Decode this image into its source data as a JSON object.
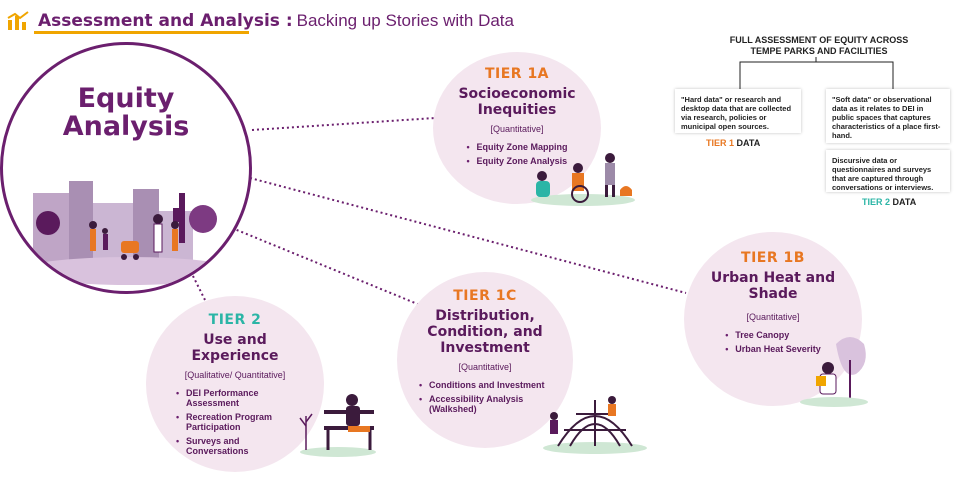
{
  "header": {
    "title": "Assessment and Analysis :",
    "subtitle": "Backing up Stories with Data"
  },
  "main": {
    "title_line1": "Equity",
    "title_line2": "Analysis"
  },
  "tiers": {
    "t1a": {
      "label": "TIER 1A",
      "title_line1": "Socioeconomic",
      "title_line2": "Inequities",
      "type": "[Quantitative]",
      "items": [
        "Equity Zone Mapping",
        "Equity Zone Analysis"
      ]
    },
    "t1b": {
      "label": "TIER 1B",
      "title_line1": "Urban Heat and",
      "title_line2": "Shade",
      "type": "[Quantitative]",
      "items": [
        "Tree Canopy",
        "Urban Heat Severity"
      ]
    },
    "t1c": {
      "label": "TIER 1C",
      "title_line1": "Distribution,",
      "title_line2": "Condition, and",
      "title_line3": "Investment",
      "type": "[Quantitative]",
      "items": [
        "Conditions and Investment",
        "Accessibility Analysis (Walkshed)"
      ]
    },
    "t2": {
      "label": "TIER 2",
      "title_line1": "Use and",
      "title_line2": "Experience",
      "type": "[Qualitative/ Quantitative]",
      "items": [
        "DEI Performance Assessment",
        "Recreation Program Participation",
        "Surveys and Conversations"
      ]
    }
  },
  "assessment": {
    "title_line1": "FULL ASSESSMENT OF EQUITY ACROSS",
    "title_line2": "TEMPE PARKS AND FACILITIES",
    "hard_data": "\"Hard data\" or research  and desktop data that are collected via research, policies or municipal open sources.",
    "soft_data": "\"Soft data\" or observational data as it relates to DEI in public spaces that captures characteristics of a place first-hand.",
    "plus": "+",
    "discursive": "Discursive data or questionnaires and surveys that are captured through conversations or interviews.",
    "tier1_prefix": "TIER 1",
    "tier1_suffix": "DATA",
    "tier2_prefix": "TIER 2",
    "tier2_suffix": "DATA"
  },
  "colors": {
    "brand_purple": "#6b1f6e",
    "accent_orange": "#e87722",
    "accent_teal": "#2bb5a6",
    "circle_fill": "#f4e6ef",
    "underline_gold": "#f0a500"
  }
}
